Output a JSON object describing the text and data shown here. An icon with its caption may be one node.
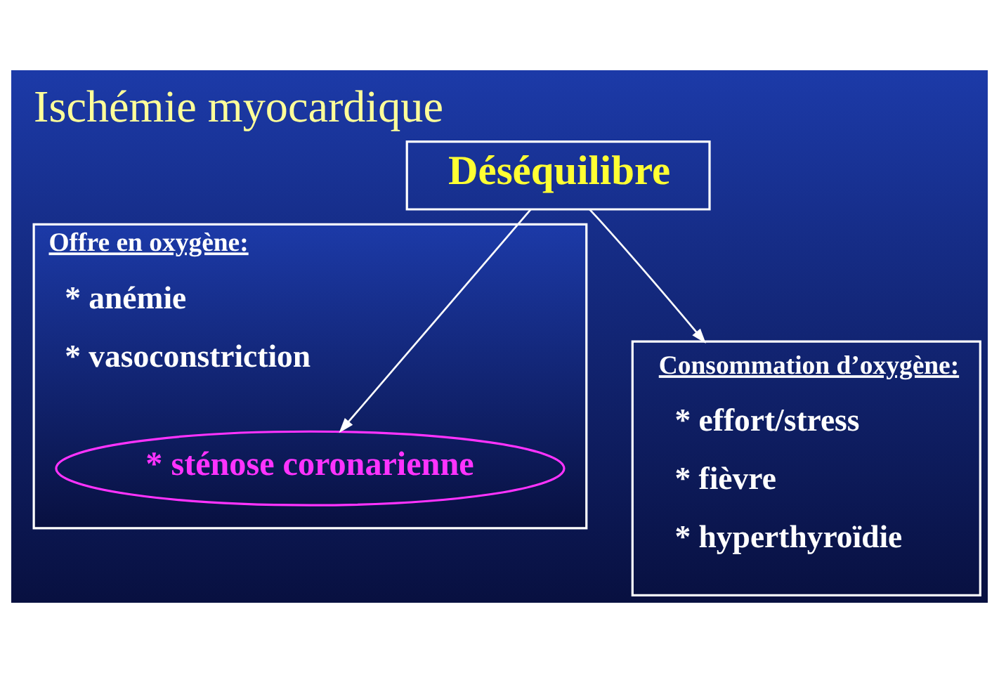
{
  "diagram": {
    "title": "Ischémie myocardique",
    "nodes": [
      {
        "text": [
          "Déséquilibre"
        ]
      },
      {
        "text": [
          "Offre en oxygène:",
          "* anémie",
          "* vasoconstriction"
        ]
      },
      {
        "text": [
          "* sténose coronarienne"
        ],
        "in": 1
      },
      {
        "text": [
          "Consommation d’oxygène:",
          "* effort/stress",
          "* fièvre",
          "* hyperthyroïdie"
        ]
      }
    ],
    "edges": [
      {
        "from": 0,
        "to": 2,
        "arrow": "to"
      },
      {
        "from": 0,
        "to": 3,
        "arrow": "to"
      }
    ]
  }
}
